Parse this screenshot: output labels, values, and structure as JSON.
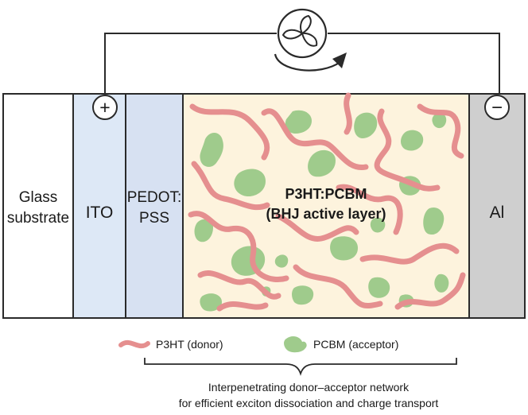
{
  "layers": {
    "glass": {
      "label_line1": "Glass",
      "label_line2": "substrate",
      "fill": "#ffffff"
    },
    "ito": {
      "label": "ITO",
      "fill": "#dde8f6",
      "terminal": "+"
    },
    "pedot": {
      "label_line1": "PEDOT:",
      "label_line2": "PSS",
      "fill": "#d7e1f2"
    },
    "active": {
      "title_line1": "P3HT:PCBM",
      "title_line2": "(BHJ active layer)",
      "fill": "#fdf3dd"
    },
    "al": {
      "label": "Al",
      "fill": "#cfcfcf",
      "terminal": "−"
    }
  },
  "colors": {
    "donor": "#e58f8f",
    "acceptor": "#9fcb8c",
    "outline": "#2a2a2a"
  },
  "circuit": {
    "load_icon": "fan-load-icon",
    "flow_icon": "clockwise-arrow-icon"
  },
  "legend": {
    "donor_label": "P3HT (donor)",
    "acceptor_label": "PCBM (acceptor)"
  },
  "caption": {
    "line1": "Interpenetrating donor–acceptor network",
    "line2": "for efficient exciton dissociation and charge transport"
  }
}
